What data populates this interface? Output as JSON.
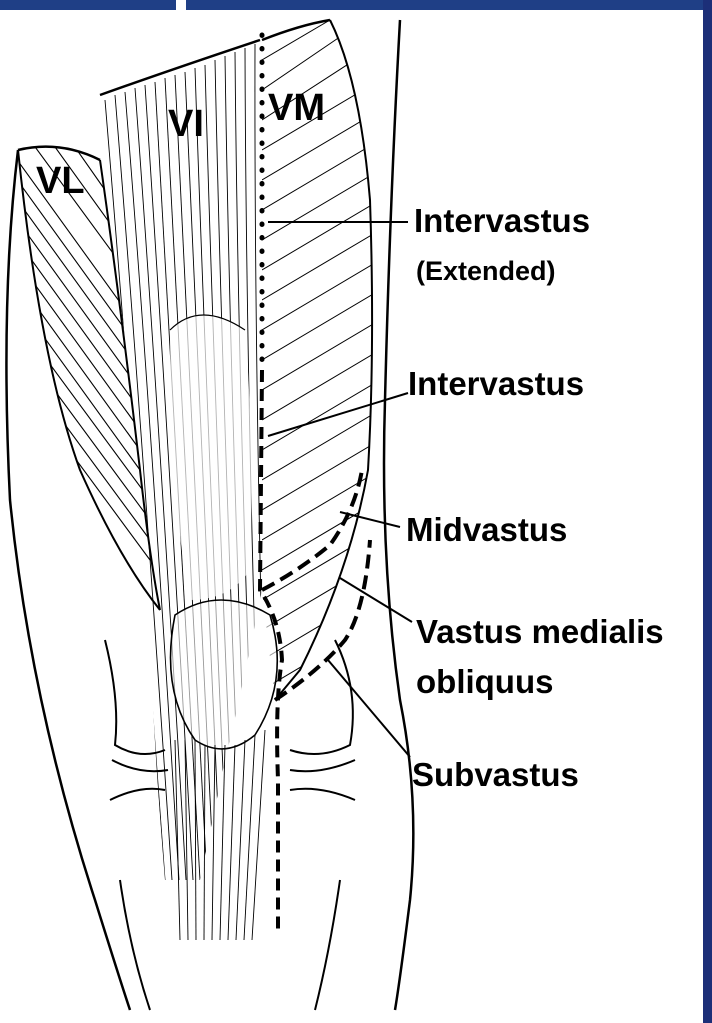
{
  "colors": {
    "top_bar": "#1f3f86",
    "right_edge": "#1c2f78",
    "ink": "#000000",
    "paper": "#ffffff"
  },
  "muscles": {
    "vl": "VL",
    "vi": "VI",
    "vm": "VM"
  },
  "approaches": {
    "intervastus_extended_line1": "Intervastus",
    "intervastus_extended_line2": "(Extended)",
    "intervastus": "Intervastus",
    "midvastus": "Midvastus",
    "vmo_line1": "Vastus medialis",
    "vmo_line2": "obliquus",
    "subvastus": "Subvastus"
  }
}
